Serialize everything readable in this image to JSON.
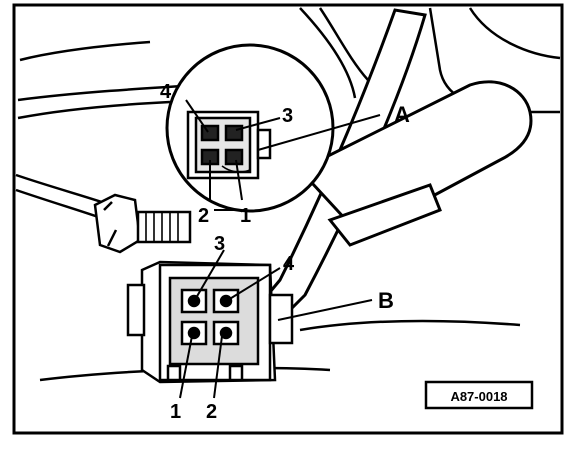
{
  "figure": {
    "labels": {
      "connector_a": {
        "letter": "A",
        "pins": [
          "4",
          "3",
          "2",
          "1"
        ]
      },
      "connector_b": {
        "letter": "B",
        "pins": [
          "3",
          "4",
          "1",
          "2"
        ]
      }
    },
    "reference_code": "A87-0018"
  }
}
